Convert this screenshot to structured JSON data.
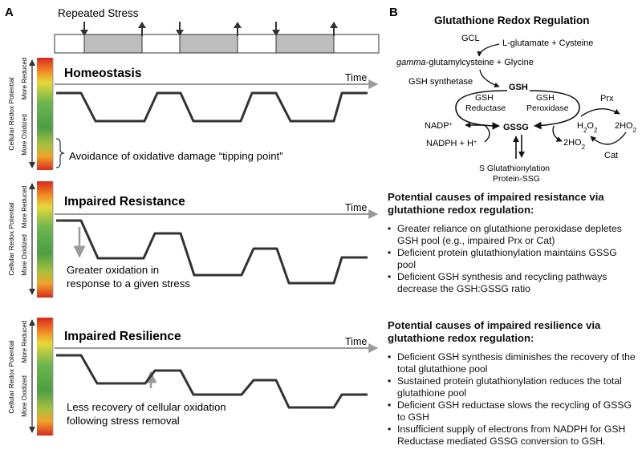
{
  "panel_a": {
    "letter": "A",
    "stress_label": "Repeated Stress",
    "time_label": "Time",
    "y_axis_label": "Cellular Redox Potential",
    "more_reduced": "More Reduced",
    "more_oxidized": "More Oxidized",
    "homeostasis": {
      "title": "Homeostasis",
      "annotation": "Avoidance of oxidative damage “tipping point”"
    },
    "resistance": {
      "title": "Impaired Resistance",
      "annotation_line1": "Greater oxidation in",
      "annotation_line2": "response to a given stress"
    },
    "resilience": {
      "title": "Impaired Resilience",
      "annotation_line1": "Less recovery of cellular oxidation",
      "annotation_line2": "following stress removal"
    }
  },
  "panel_b": {
    "letter": "B",
    "title": "Glutathione Redox Regulation",
    "gcl": "GCL",
    "glutamate_cysteine": "L-glutamate + Cysteine",
    "gamma": "gamma",
    "gamma_rest": "-glutamylcysteine + Glycine",
    "gsh_synthetase": "GSH synthetase",
    "gsh": "GSH",
    "gssg": "GSSG",
    "gsh_reductase_1": "GSH",
    "gsh_reductase_2": "Reductase",
    "gsh_peroxidase_1": "GSH",
    "gsh_peroxidase_2": "Peroxidase",
    "prx": "Prx",
    "cat": "Cat",
    "h2o2": "H",
    "h2o2_sub": "2",
    "h2o2_o": "O",
    "h2o2_sub2": "2",
    "hoa": "2HO",
    "hoa_sub": "2",
    "hob": "2HO",
    "hob_sub": "2",
    "nadp": "NADP",
    "nadp_sup": "+",
    "nadph": "NADPH + H",
    "nadph_sup": "+",
    "s_glut_1": "S Glutathionylation",
    "s_glut_2": "Protein-SSG"
  },
  "resistance_causes": {
    "title_line1": "Potential causes of impaired resistance via",
    "title_line2": "glutathione redox regulation:",
    "items": [
      "Greater reliance on glutathione peroxidase depletes GSH pool (e.g., impaired Prx or Cat)",
      "Deficient protein glutathionylation maintains GSSG pool",
      "Deficient GSH synthesis and recycling pathways decrease the GSH:GSSG ratio"
    ]
  },
  "resilience_causes": {
    "title_line1": "Potential causes of impaired resilience via",
    "title_line2": "glutathione redox regulation:",
    "items": [
      "Deficient GSH synthesis diminishes the recovery of the total glutathione pool",
      "Sustained protein glutathionylation reduces the total glutathione pool",
      "Deficient GSH reductase slows the recycling of GSSG to GSH",
      "Insufficient supply of electrons from NADPH for GSH Reductase mediated GSSG conversion to GSH."
    ]
  },
  "colors": {
    "trace": "#333333",
    "time_arrow": "#9a9a9a",
    "stress_fill": "#bdbdbd",
    "gradient_top": "#d42a1f",
    "gradient_mid": "#5aa64a",
    "gradient_bottom": "#d42a1f"
  }
}
